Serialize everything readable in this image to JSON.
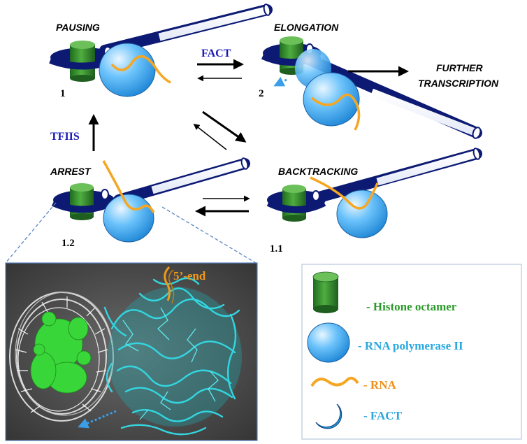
{
  "states": {
    "pausing": "PAUSING",
    "elongation": "ELONGATION",
    "arrest": "ARREST",
    "backtracking": "BACKTRACKING",
    "further_line1": "FURTHER",
    "further_line2": "TRANSCRIPTION"
  },
  "numbers": {
    "pausing": "1",
    "elongation": "2",
    "arrest": "1.2",
    "backtracking": "1.1"
  },
  "factors": {
    "fact": "FACT",
    "tfiis": "TFIIS"
  },
  "structure": {
    "five_prime_end": "5’-end"
  },
  "legend": {
    "histone": "- Histone octamer",
    "polymerase": "- RNA polymerase II",
    "rna": "- RNA",
    "fact": "- FACT"
  },
  "colors": {
    "dna_dark": "#0c1a73",
    "histone_green": "#2e8b2e",
    "polymerase_blue": "#3fa9f5",
    "rna_orange": "#f5a623",
    "fact_label_blue": "#1a1ab8",
    "histone_text_green": "#2a9a2a",
    "polymerase_text_blue": "#29a8e0",
    "rna_text_orange": "#f0901a",
    "structure_cyan": "#33d6e0",
    "structure_green": "#39d639",
    "structure_bg": "#4d4d4d"
  }
}
